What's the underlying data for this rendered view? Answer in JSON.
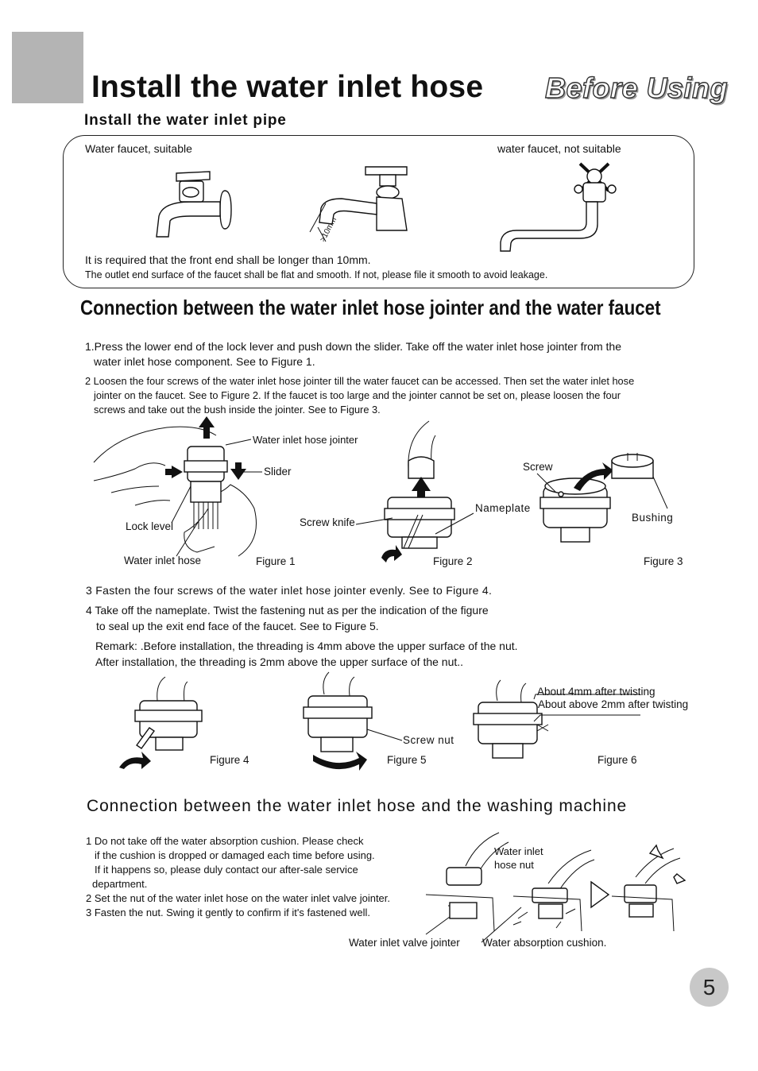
{
  "page": {
    "title": "Install the water inlet hose",
    "section_tag": "Before Using",
    "page_number": "5"
  },
  "pipe_section": {
    "heading": "Install the water inlet pipe",
    "suitable_label": "Water faucet, suitable",
    "not_suitable_label": "water faucet, not suitable",
    "dimension_label": ">10mm",
    "note1": "It is required that the front end shall be longer than 10mm.",
    "note2": "The outlet end surface of the faucet shall be flat and smooth. If not, please file it smooth to avoid leakage."
  },
  "faucet_section": {
    "heading": "Connection between the water inlet hose jointer and the water faucet",
    "step1_line1": "1.Press the lower end of the lock lever and push down the slider. Take off the water inlet hose jointer from the",
    "step1_line2": "water inlet hose component. See to Figure 1.",
    "step2_line1": "2 Loosen the four screws of the water inlet hose jointer till the water faucet can be accessed. Then set the water inlet hose",
    "step2_line2": "jointer on the faucet. See to Figure 2. If the faucet is too large and the jointer cannot be set on, please loosen the four",
    "step2_line3": "screws and take out the bush inside the jointer. See to Figure 3.",
    "labels": {
      "water_inlet_hose_jointer": "Water inlet hose jointer",
      "slider": "Slider",
      "lock_level": "Lock level",
      "water_inlet_hose": "Water inlet hose",
      "screw_knife": "Screw knife",
      "nameplate": "Nameplate",
      "screw": "Screw",
      "bushing": "Bushing",
      "screw_nut": "Screw nut",
      "about_4mm": "About 4mm after twisting",
      "about_2mm": "About above  2mm after twisting"
    },
    "figures": {
      "f1": "Figure 1",
      "f2": "Figure 2",
      "f3": "Figure 3",
      "f4": "Figure 4",
      "f5": "Figure 5",
      "f6": "Figure 6"
    },
    "step3": "3 Fasten the four screws of the water inlet hose jointer evenly. See to Figure 4.",
    "step4_line1": "4 Take off the nameplate. Twist the fastening nut as per the indication of the figure",
    "step4_line2": "to seal up the exit end face of the faucet. See to Figure 5.",
    "remark_line1": "Remark: .Before installation, the threading is 4mm above the upper surface of the nut.",
    "remark_line2": "After installation, the threading is 2mm above the upper surface of the nut.."
  },
  "machine_section": {
    "heading": "Connection between the water inlet hose and the washing machine",
    "step1_line1": "1 Do not take off the water absorption cushion.  Please check",
    "step1_line2": "if the cushion is dropped or damaged each time before using.",
    "step1_line3": "If it happens so, please duly contact our after-sale  service",
    "step1_line4": "department.",
    "step2": "2 Set the nut of the water inlet hose on the water inlet valve jointer.",
    "step3": "3 Fasten the nut. Swing it gently to confirm if it's fastened well.",
    "labels": {
      "hose_nut_line1": "Water inlet",
      "hose_nut_line2": "hose nut",
      "valve_jointer": "Water inlet valve jointer",
      "cushion": "Water absorption cushion."
    }
  }
}
